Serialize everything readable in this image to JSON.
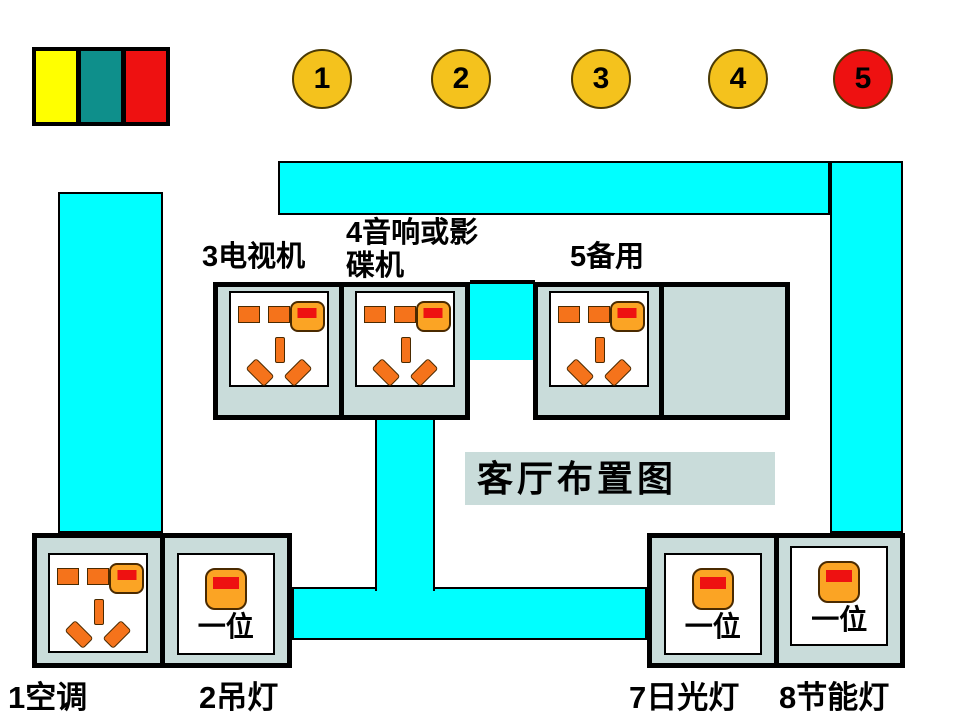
{
  "colors": {
    "duct": "#00FFFF",
    "panel": "#C9DCDA",
    "pin_orange": "#F5731B",
    "switch_amber": "#FBA424",
    "indicator_red": "#EE1111"
  },
  "legend": {
    "yellow": "#FFFF00",
    "teal": "#0E8F8B",
    "red": "#EE1111"
  },
  "markers": [
    {
      "number": "1",
      "fill": "#F4C21D"
    },
    {
      "number": "2",
      "fill": "#F4C21D"
    },
    {
      "number": "3",
      "fill": "#F4C21D"
    },
    {
      "number": "4",
      "fill": "#F4C21D"
    },
    {
      "number": "5",
      "fill": "#EE1111"
    }
  ],
  "title_box": {
    "text": "客厅布置图"
  },
  "labels": {
    "tv": "3电视机",
    "audio": "4音响或影\n碟机",
    "spare": "5备用",
    "aircon": "1空调",
    "chandelier": "2吊灯",
    "fluorescent": "7日光灯",
    "energy_saving": "8节能灯",
    "one_gang": "一位"
  }
}
